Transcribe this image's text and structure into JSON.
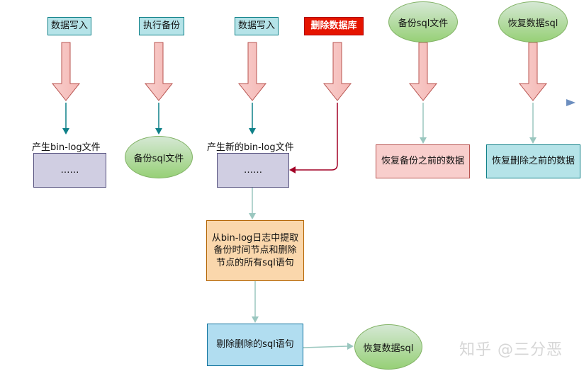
{
  "top_events": [
    {
      "label": "数据写入"
    },
    {
      "label": "执行备份"
    },
    {
      "label": "数据写入"
    },
    {
      "label": "删除数据库"
    },
    {
      "label": "备份sql文件"
    },
    {
      "label": "恢复数据sql"
    }
  ],
  "nodes": {
    "binlog1_label": "产生bin-log文件",
    "binlog1_content": "……",
    "backup_sql": "备份sql文件",
    "binlog2_label": "产生新的bin-log文件",
    "binlog2_content": "……",
    "restore_before_backup": "恢复备份之前的数据",
    "restore_before_delete": "恢复删除之前的数据",
    "extract_step": "从bin-log日志中提取备份时间节点和删除节点的所有sql语句",
    "remove_step": "剔除删除的sql语句",
    "restore_sql": "恢复数据sql"
  },
  "watermark": "知乎 @三分恶",
  "colors": {
    "cyan_fill": "#b5e3e8",
    "cyan_stroke": "#0e8088",
    "red_fill": "#e51400",
    "pink_fill": "#f8cecc",
    "pink_stroke": "#b85450",
    "green_fill": "#d5e8d4",
    "green_stroke": "#82b366",
    "purple_fill": "#d0cee2",
    "purple_stroke": "#56517e",
    "orange_fill": "#fad7ac",
    "orange_stroke": "#b46504",
    "blue_fill": "#b1ddf0",
    "blue_stroke": "#10739e",
    "timeline": "#6c8ebf"
  }
}
